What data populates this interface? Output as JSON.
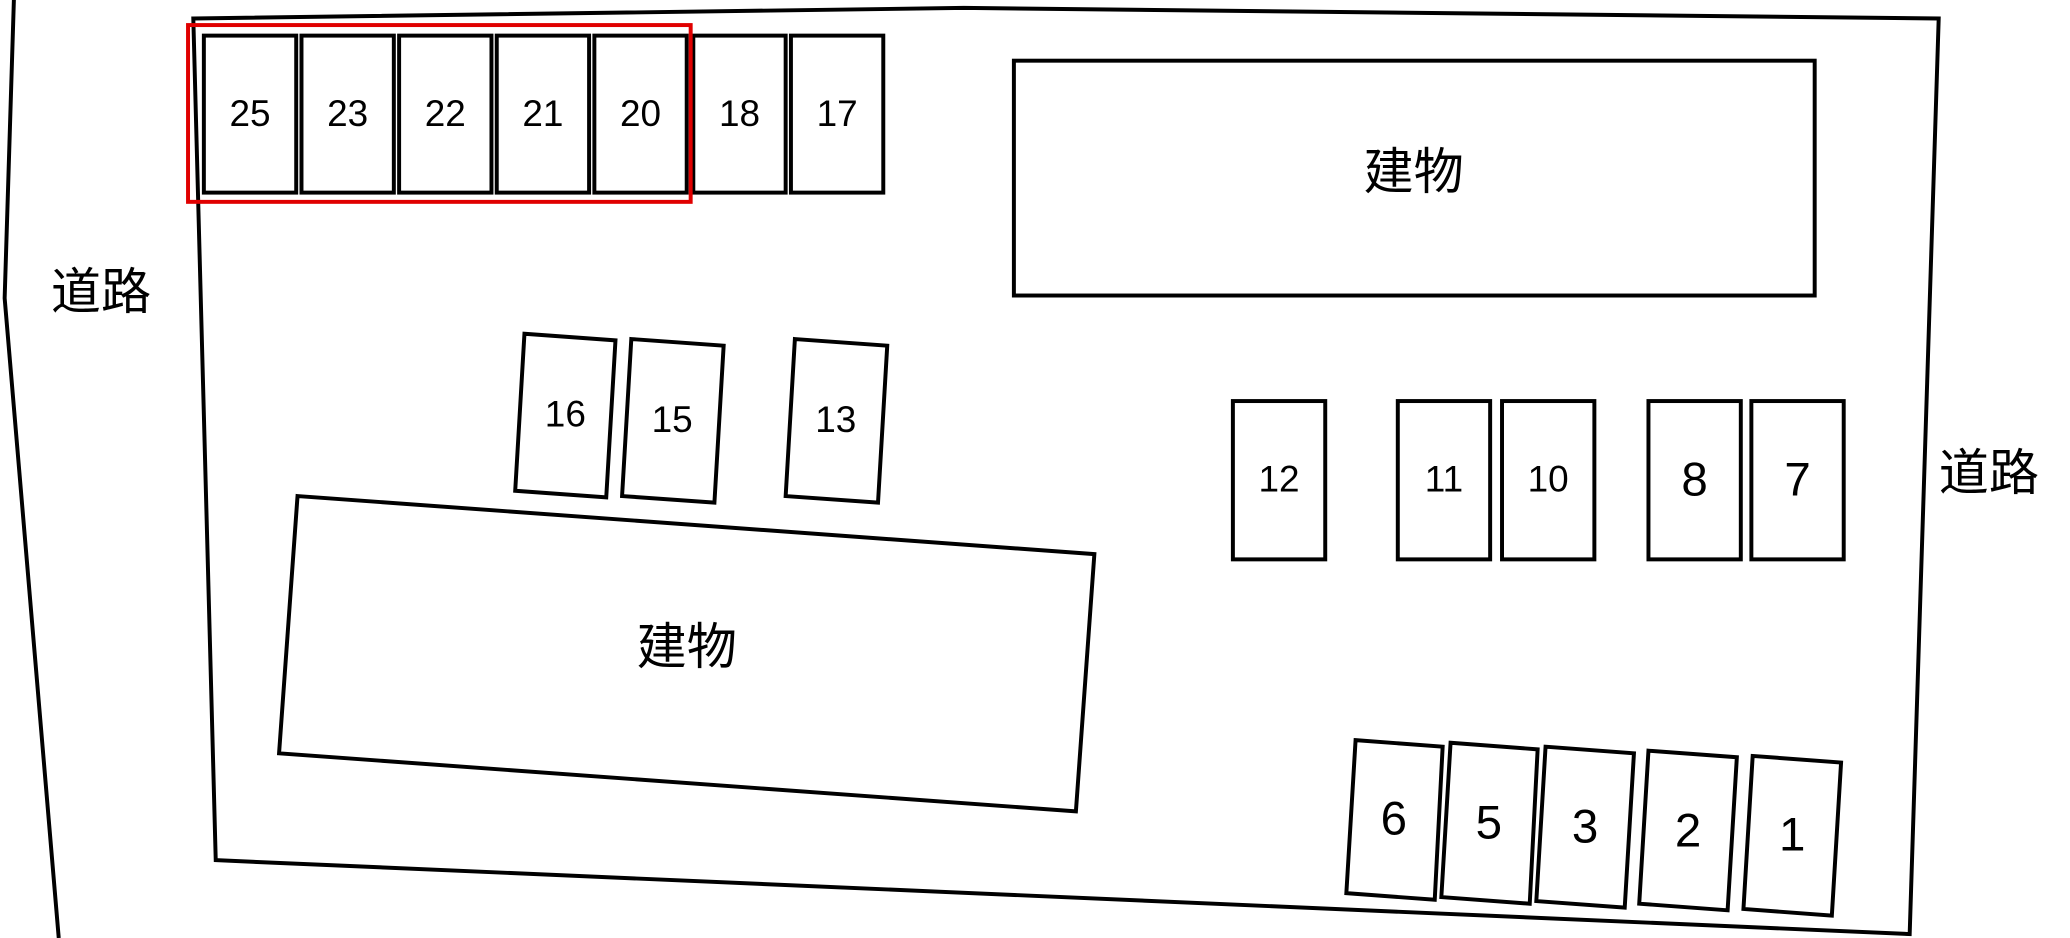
{
  "map": {
    "roads": {
      "left_label": "道路",
      "right_label": "道路"
    },
    "buildings": {
      "top_right_label": "建物",
      "bottom_left_label": "建物"
    },
    "highlight_color": "#e00000",
    "highlighted_slots": [
      "25",
      "23",
      "22",
      "21",
      "20"
    ],
    "slots": {
      "top_row": [
        "25",
        "23",
        "22",
        "21",
        "20",
        "18",
        "17"
      ],
      "middle_left": [
        "16",
        "15",
        "13"
      ],
      "middle_right": [
        "12",
        "11",
        "10",
        "8",
        "7"
      ],
      "bottom_row": [
        "6",
        "5",
        "3",
        "2",
        "1"
      ]
    }
  }
}
